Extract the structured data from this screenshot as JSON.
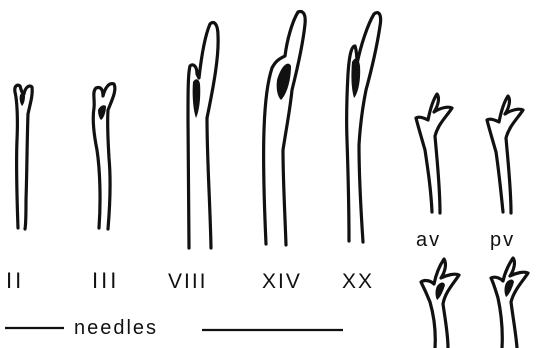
{
  "needle_labels": [
    "II",
    "III",
    "VIII",
    "XIV",
    "XX"
  ],
  "hook_labels": [
    "av",
    "pv"
  ],
  "scale_caption": "needles"
}
